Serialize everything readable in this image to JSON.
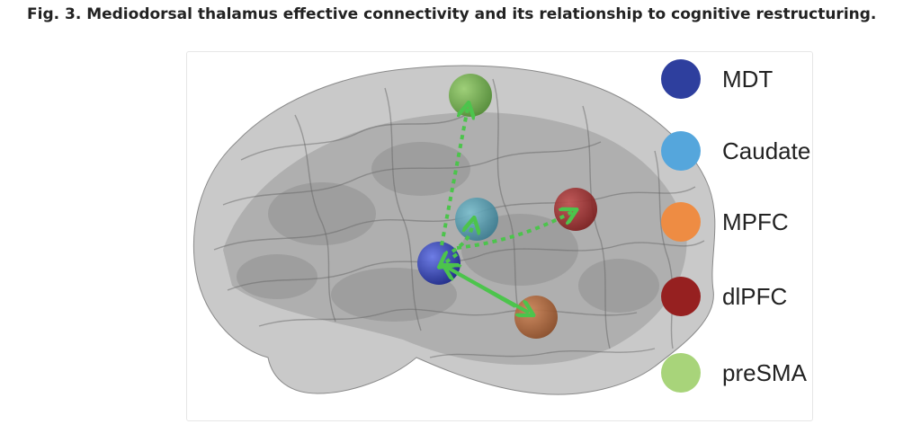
{
  "caption": "Fig. 3. Mediodorsal thalamus effective connectivity and its relationship to cognitive restructuring.",
  "legend": [
    {
      "label": "MDT",
      "color": "#2e3f9e"
    },
    {
      "label": "Caudate",
      "color": "#55a6dc"
    },
    {
      "label": "MPFC",
      "color": "#ee8c43"
    },
    {
      "label": "dlPFC",
      "color": "#962020"
    },
    {
      "label": "preSMA",
      "color": "#a8d47a"
    }
  ],
  "colors": {
    "arrow": "#4cc44c"
  }
}
